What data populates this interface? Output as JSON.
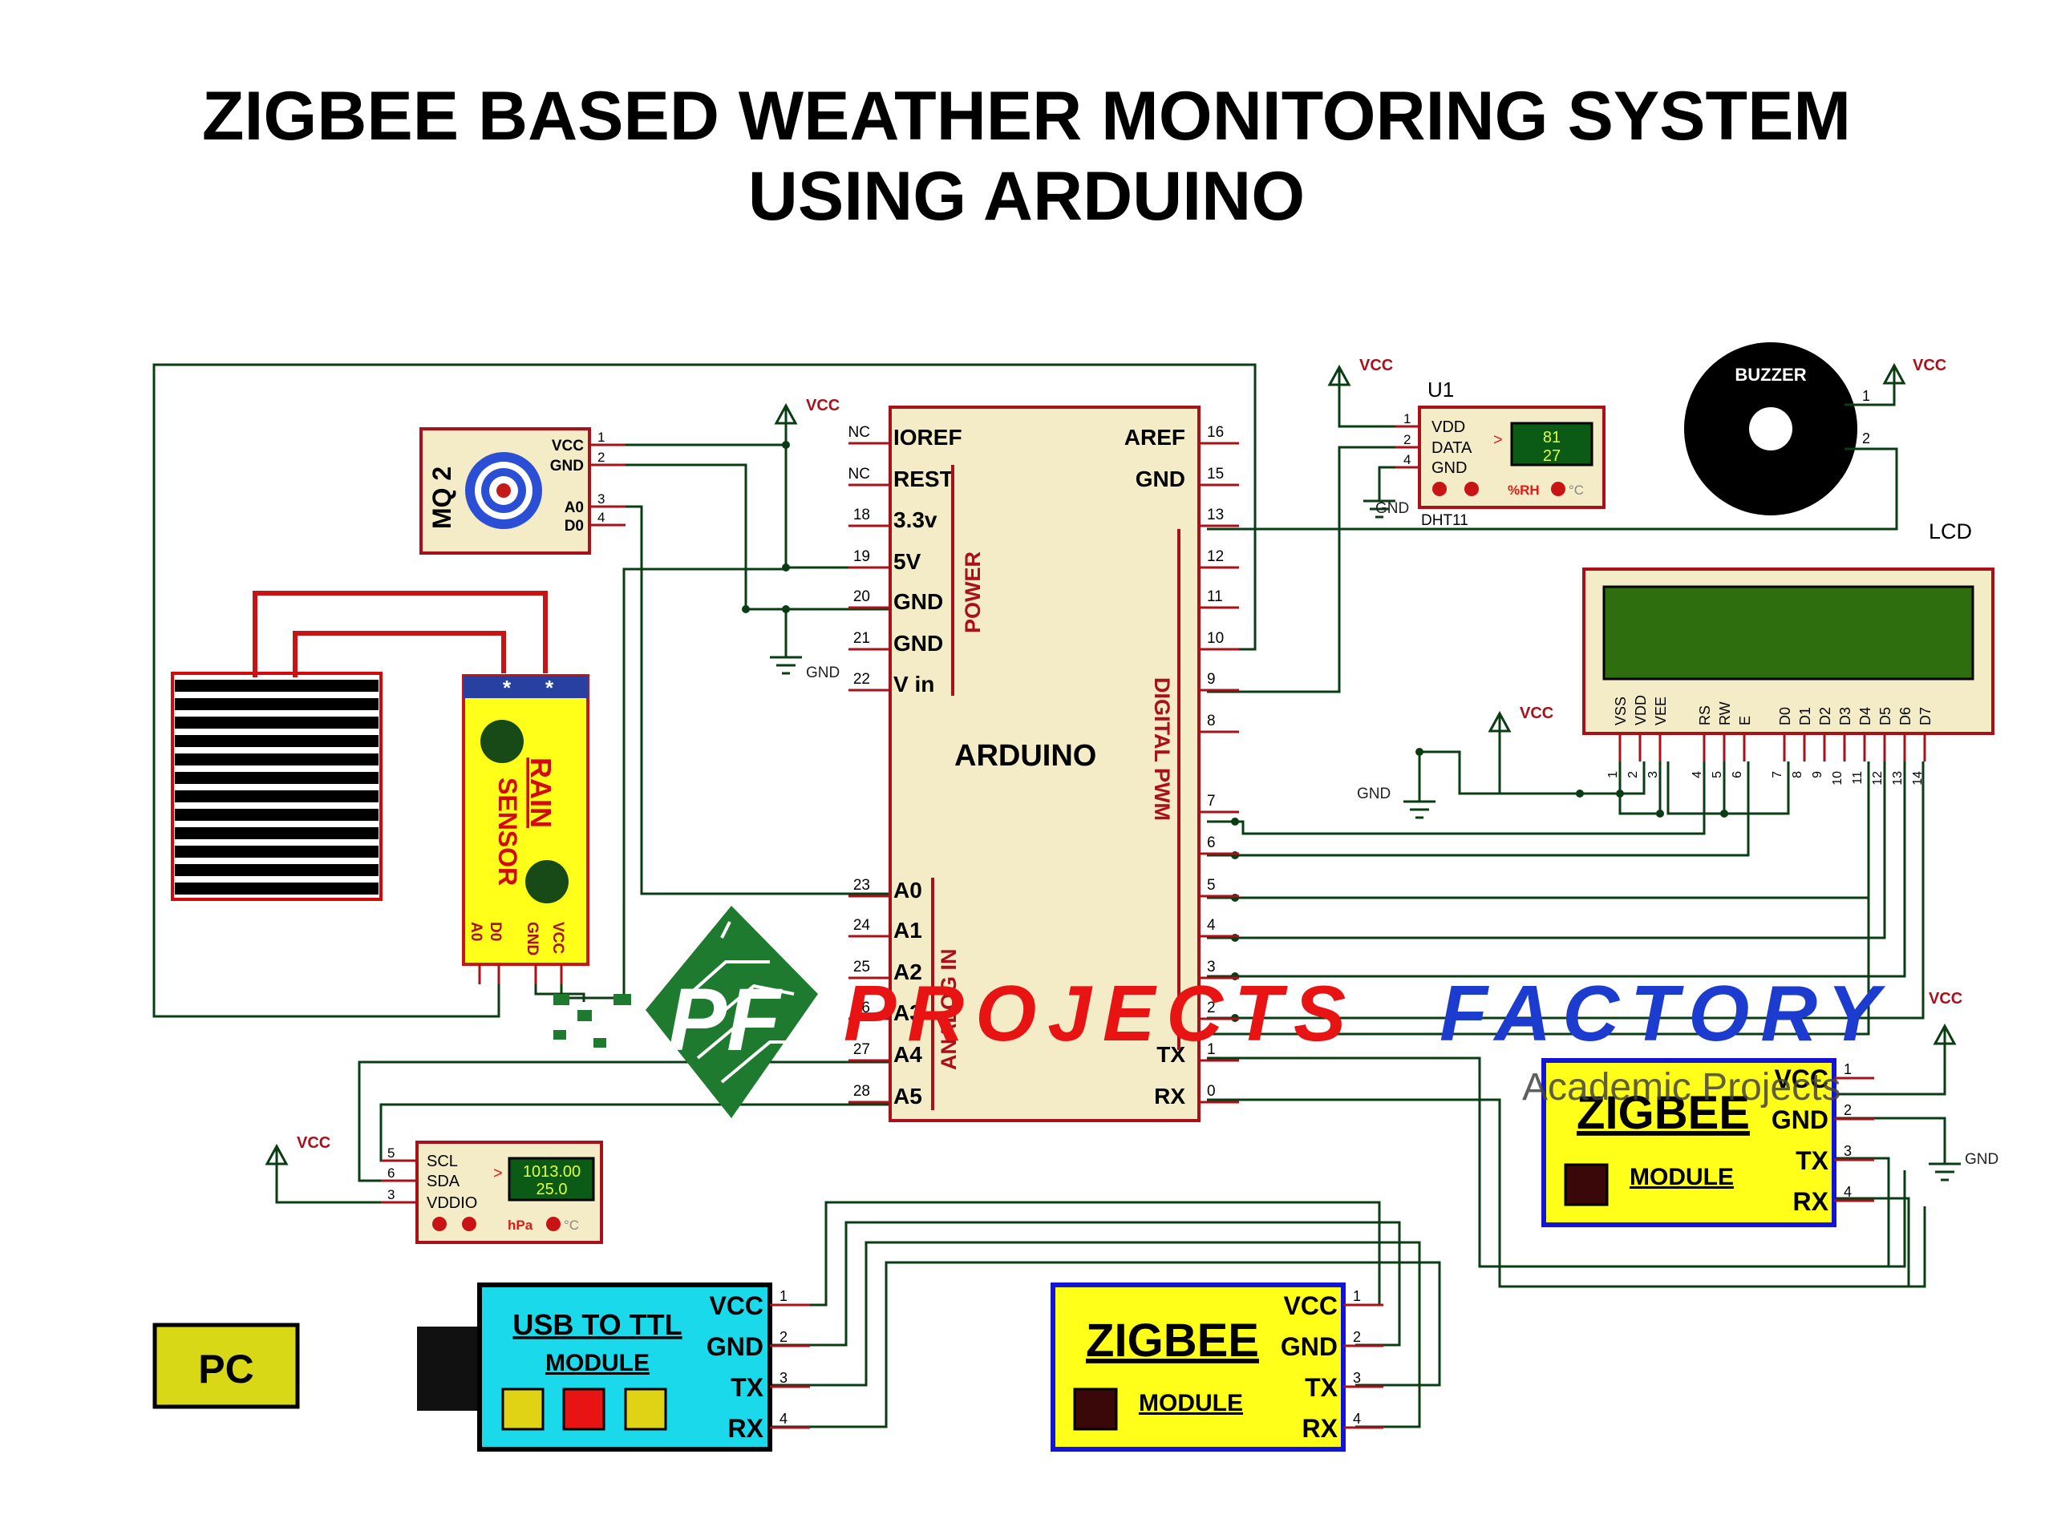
{
  "title": {
    "line1": "ZIGBEE BASED WEATHER MONITORING SYSTEM",
    "line2": "USING ARDUINO"
  },
  "arduino": {
    "label": "ARDUINO",
    "power_label": "POWER",
    "digital_label": "DIGITAL PWM",
    "analog_label": "ANALOG IN",
    "left_pins": [
      {
        "num": "NC",
        "name": "IOREF"
      },
      {
        "num": "NC",
        "name": "REST"
      },
      {
        "num": "18",
        "name": "3.3v"
      },
      {
        "num": "19",
        "name": "5V"
      },
      {
        "num": "20",
        "name": "GND"
      },
      {
        "num": "21",
        "name": "GND"
      },
      {
        "num": "22",
        "name": "V in"
      },
      {
        "num": "23",
        "name": "A0"
      },
      {
        "num": "24",
        "name": "A1"
      },
      {
        "num": "25",
        "name": "A2"
      },
      {
        "num": "26",
        "name": "A3"
      },
      {
        "num": "27",
        "name": "A4"
      },
      {
        "num": "28",
        "name": "A5"
      }
    ],
    "right_pins": [
      {
        "num": "16",
        "name": "AREF"
      },
      {
        "num": "15",
        "name": "GND"
      },
      {
        "num": "13",
        "name": ""
      },
      {
        "num": "12",
        "name": ""
      },
      {
        "num": "11",
        "name": ""
      },
      {
        "num": "10",
        "name": ""
      },
      {
        "num": "9",
        "name": ""
      },
      {
        "num": "8",
        "name": ""
      },
      {
        "num": "7",
        "name": ""
      },
      {
        "num": "6",
        "name": ""
      },
      {
        "num": "5",
        "name": ""
      },
      {
        "num": "4",
        "name": ""
      },
      {
        "num": "3",
        "name": ""
      },
      {
        "num": "2",
        "name": ""
      },
      {
        "num": "1",
        "name": "TX"
      },
      {
        "num": "0",
        "name": "RX"
      }
    ]
  },
  "mq2": {
    "label": "MQ 2",
    "pins": [
      {
        "name": "VCC",
        "num": "1"
      },
      {
        "name": "GND",
        "num": "2"
      },
      {
        "name": "A0",
        "num": "3"
      },
      {
        "name": "D0",
        "num": "4"
      }
    ]
  },
  "rain": {
    "label1": "RAIN",
    "label2": "SENSOR",
    "pins": [
      "A0",
      "D0",
      "GND",
      "VCC"
    ],
    "stars": "*"
  },
  "dht": {
    "ref": "U1",
    "part": "DHT11",
    "pins": [
      {
        "name": "VDD",
        "num": "1"
      },
      {
        "name": "DATA",
        "num": "2"
      },
      {
        "name": "GND",
        "num": "4"
      }
    ],
    "humidity": "81",
    "temperature": "27",
    "unit_rh": "%RH",
    "unit_c": "°C",
    "arrow": ">"
  },
  "buzzer": {
    "label": "BUZZER",
    "pins": [
      "1",
      "2"
    ]
  },
  "lcd": {
    "label": "LCD",
    "pins": [
      {
        "name": "VSS",
        "num": "1"
      },
      {
        "name": "VDD",
        "num": "2"
      },
      {
        "name": "VEE",
        "num": "3"
      },
      {
        "name": "RS",
        "num": "4"
      },
      {
        "name": "RW",
        "num": "5"
      },
      {
        "name": "E",
        "num": "6"
      },
      {
        "name": "D0",
        "num": "7"
      },
      {
        "name": "D1",
        "num": "8"
      },
      {
        "name": "D2",
        "num": "9"
      },
      {
        "name": "D3",
        "num": "10"
      },
      {
        "name": "D4",
        "num": "11"
      },
      {
        "name": "D5",
        "num": "12"
      },
      {
        "name": "D6",
        "num": "13"
      },
      {
        "name": "D7",
        "num": "14"
      }
    ]
  },
  "bmp": {
    "pins": [
      {
        "name": "SCL",
        "num": "5"
      },
      {
        "name": "SDA",
        "num": "6"
      },
      {
        "name": "VDDIO",
        "num": "3"
      }
    ],
    "pressure": "1013.00",
    "temperature": "25.0",
    "unit_hpa": "hPa",
    "unit_c": "°C",
    "arrow": ">"
  },
  "power": {
    "vcc": "VCC",
    "gnd": "GND"
  },
  "usb_ttl": {
    "line1": "USB TO TTL",
    "line2": "MODULE",
    "pins": [
      {
        "name": "VCC",
        "num": "1"
      },
      {
        "name": "GND",
        "num": "2"
      },
      {
        "name": "TX",
        "num": "3"
      },
      {
        "name": "RX",
        "num": "4"
      }
    ]
  },
  "zigbee_bottom": {
    "line1": "ZIGBEE",
    "line2": "MODULE",
    "pins": [
      {
        "name": "VCC",
        "num": "1"
      },
      {
        "name": "GND",
        "num": "2"
      },
      {
        "name": "TX",
        "num": "3"
      },
      {
        "name": "RX",
        "num": "4"
      }
    ]
  },
  "zigbee_right": {
    "line1": "ZIGBEE",
    "line2": "MODULE",
    "pins": [
      {
        "name": "VCC",
        "num": "1"
      },
      {
        "name": "GND",
        "num": "2"
      },
      {
        "name": "TX",
        "num": "3"
      },
      {
        "name": "RX",
        "num": "4"
      }
    ]
  },
  "pc": {
    "label": "PC"
  },
  "watermark": {
    "word1": "PROJECTS",
    "word2": "FACTORY",
    "tagline": "Academic Projects"
  },
  "colors": {
    "wire": "#0b3d14",
    "component_fill": "#f3ecc6",
    "component_border": "#a8101a",
    "module_yellow": "#ffff19",
    "module_blue": "#1414d8",
    "usb_cyan": "#19d9ea",
    "lcd_screen": "#2f6e0f",
    "pc_fill": "#d8d816",
    "text_red": "#a8101a",
    "watermark_red": "#e81414",
    "watermark_blue": "#1c3cd0",
    "logo_green": "#1e7a2e"
  }
}
